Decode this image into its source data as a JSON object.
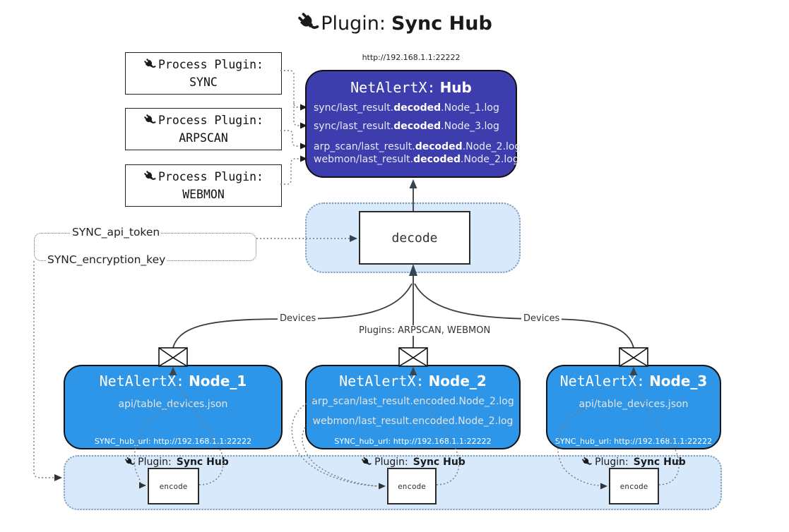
{
  "title": {
    "icon": "plug-icon",
    "prefix": "Plugin:",
    "bold": "Sync Hub"
  },
  "process_plugins": [
    {
      "label": "Process Plugin:",
      "name": "SYNC"
    },
    {
      "label": "Process Plugin:",
      "name": "ARPSCAN"
    },
    {
      "label": "Process Plugin:",
      "name": "WEBMON"
    }
  ],
  "hub": {
    "url": "http://192.168.1.1:22222",
    "title_prefix": "NetAlertX:",
    "title_bold": "Hub",
    "logs": [
      {
        "pre": "sync/last_result.",
        "bold": "decoded",
        "post": ".Node_1.log"
      },
      {
        "pre": "sync/last_result.",
        "bold": "decoded",
        "post": ".Node_3.log"
      },
      {
        "pre": "arp_scan/last_result.",
        "bold": "decoded",
        "post": ".Node_2.log"
      },
      {
        "pre": "webmon/last_result.",
        "bold": "decoded",
        "post": ".Node_2.log"
      }
    ]
  },
  "decode_label": "decode",
  "secrets": {
    "api_token": "SYNC_api_token",
    "encryption_key": "SYNC_encryption_key"
  },
  "edge_labels": {
    "devices_left": "Devices",
    "devices_right": "Devices",
    "plugins": "Plugins: ARPSCAN, WEBMON"
  },
  "nodes": [
    {
      "title_prefix": "NetAlertX:",
      "title_bold": "Node_1",
      "files": [
        "api/table_devices.json"
      ],
      "hub_url": "SYNC_hub_url: http://192.168.1.1:22222"
    },
    {
      "title_prefix": "NetAlertX:",
      "title_bold": "Node_2",
      "files": [
        "arp_scan/last_result.encoded.Node_2.log",
        "webmon/last_result.encoded.Node_2.log"
      ],
      "hub_url": "SYNC_hub_url: http://192.168.1.1:22222"
    },
    {
      "title_prefix": "NetAlertX:",
      "title_bold": "Node_3",
      "files": [
        "api/table_devices.json"
      ],
      "hub_url": "SYNC_hub_url: http://192.168.1.1:22222"
    }
  ],
  "encoders": {
    "label_prefix": "Plugin:",
    "label_bold": "Sync Hub",
    "box_label": "encode"
  },
  "colors": {
    "hub_fill": "#3d3dae",
    "node_fill": "#2e96e8",
    "panel_fill": "#d7e9fb",
    "panel_border": "#7d9cbb",
    "arrow_dark": "#36454f"
  }
}
